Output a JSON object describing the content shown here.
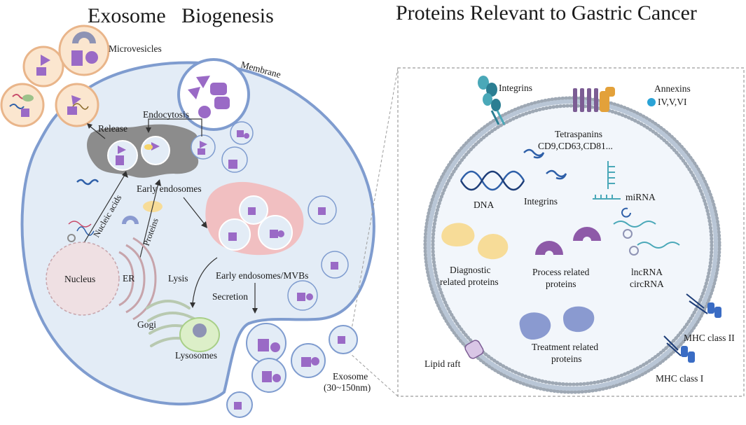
{
  "titles": {
    "left": "Exosome   Biogenesis",
    "right": "Proteins Relevant to Gastric Cancer"
  },
  "biogenesis_labels": {
    "microvesicles": "Microvesicles",
    "membrane": "Membrane",
    "endocytosis": "Endocytosis",
    "release": "Release",
    "early_endosomes": "Early endosomes",
    "nucleic_acids": "Nucleic acids",
    "proteins": "Proteins",
    "nucleus": "Nucleus",
    "er": "ER",
    "lysis": "Lysis",
    "early_endosomes_mvbs": "Early endosomes/MVBs",
    "secretion": "Secretion",
    "gogi": "Gogi",
    "lysosomes": "Lysosomes",
    "exosome": "Exosome",
    "exosome_size": "(30~150nm)"
  },
  "exosome_labels": {
    "integrins_top": "Integrins",
    "annexins_line1": "Annexins",
    "annexins_line2": "IV,V,VI",
    "tetraspanins_line1": "Tetraspanins",
    "tetraspanins_line2": "CD9,CD63,CD81...",
    "dna": "DNA",
    "integrins_mid": "Integrins",
    "mirna": "miRNA",
    "diagnostic_line1": "Diagnostic",
    "diagnostic_line2": "related proteins",
    "process_line1": "Process related",
    "process_line2": "proteins",
    "lncrna": "lncRNA",
    "circrna": "circRNA",
    "treatment_line1": "Treatment related",
    "treatment_line2": "proteins",
    "lipid_raft": "Lipid raft",
    "mhc2": "MHC class II",
    "mhc1": "MHC class I"
  },
  "colors": {
    "membrane": "#7f9ccf",
    "cytoplasm": "#e3ecf6",
    "vesicle_fill": "#fbe6cf",
    "purple": "#9a6ac6",
    "dark_purple": "#7b4fa7",
    "endosome_gray": "#8c8c8c",
    "mvb_pink": "#f3b7b7",
    "lysosome_green": "#dcefc8",
    "bilayer_bead": "#9ea8b4",
    "exo_interior": "#f2f6fb",
    "diagnostic_yellow": "#f7dc98",
    "process_purple": "#8e5aa8",
    "treatment_blue": "#8a9ad0",
    "mhc_blue": "#3a6cc4",
    "annexin_blue": "#2aa3d6",
    "integrin_teal": "#4aa8b8",
    "tetraspanin_purple": "#7c5d94",
    "tetraspanin_orange": "#e3a13a",
    "lipid_raft": "#d9c6e6",
    "dna_blue": "#2e5fa8"
  }
}
